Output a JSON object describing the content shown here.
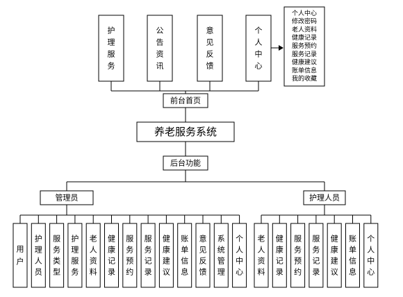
{
  "top_modules": [
    "护理服务",
    "公告资讯",
    "意见反馈",
    "个人中心"
  ],
  "personal_center_items": [
    "个人中心",
    "修改密码",
    "老人资料",
    "健康记录",
    "服务预约",
    "服务记录",
    "健康建议",
    "账单信息",
    "我的收藏"
  ],
  "front_home": "前台首页",
  "system_name": "养老服务系统",
  "backend": "后台功能",
  "admin": {
    "label": "管理员",
    "items": [
      "用户",
      "护理人员",
      "服务类型",
      "护理服务",
      "老人资料",
      "健康记录",
      "服务预约",
      "服务记录",
      "健康建议",
      "账单信息",
      "意见反馈",
      "系统管理",
      "个人中心"
    ]
  },
  "nurse": {
    "label": "护理人员",
    "items": [
      "老人资料",
      "健康记录",
      "服务预约",
      "服务记录",
      "健康建议",
      "账单信息",
      "个人中心"
    ]
  }
}
